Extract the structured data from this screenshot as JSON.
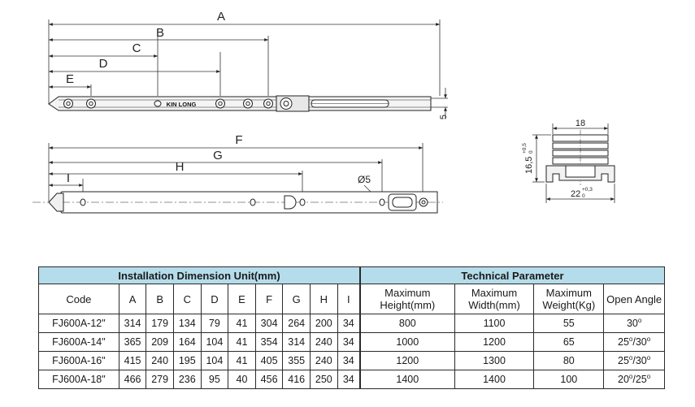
{
  "labels": {
    "A": "A",
    "B": "B",
    "C": "C",
    "D": "D",
    "E": "E",
    "F": "F",
    "G": "G",
    "H": "H",
    "I": "I",
    "five": "5",
    "phi5": "Ø5",
    "brand": "KIN LONG",
    "w18": "18",
    "h16": "16,5",
    "h16_tol_top": "+0,5",
    "h16_tol_bottom": "0",
    "w22": "22",
    "w22_tol_top": "+0,3",
    "w22_tol_bottom": "0"
  },
  "dimension_table": {
    "title": "Installation Dimension Unit(mm)",
    "headers": [
      "Code",
      "A",
      "B",
      "C",
      "D",
      "E",
      "F",
      "G",
      "H",
      "I"
    ],
    "rows": [
      [
        "FJ600A-12\"",
        "314",
        "179",
        "134",
        "79",
        "41",
        "304",
        "264",
        "200",
        "34"
      ],
      [
        "FJ600A-14\"",
        "365",
        "209",
        "164",
        "104",
        "41",
        "354",
        "314",
        "240",
        "34"
      ],
      [
        "FJ600A-16\"",
        "415",
        "240",
        "195",
        "104",
        "41",
        "405",
        "355",
        "240",
        "34"
      ],
      [
        "FJ600A-18\"",
        "466",
        "279",
        "236",
        "95",
        "40",
        "456",
        "416",
        "250",
        "34"
      ]
    ]
  },
  "tech_table": {
    "title": "Technical Parameter",
    "headers": [
      [
        "Maximum",
        "Height(mm)"
      ],
      [
        "Maximum",
        "Width(mm)"
      ],
      [
        "Maximum",
        "Weight(Kg)"
      ],
      [
        "Open Angle",
        ""
      ]
    ],
    "rows": [
      [
        "800",
        "1100",
        "55",
        "30",
        ""
      ],
      [
        "1000",
        "1200",
        "65",
        "25",
        "30"
      ],
      [
        "1200",
        "1300",
        "80",
        "25",
        "30"
      ],
      [
        "1400",
        "1400",
        "100",
        "20",
        "25"
      ]
    ],
    "degree_symbol": "o"
  }
}
